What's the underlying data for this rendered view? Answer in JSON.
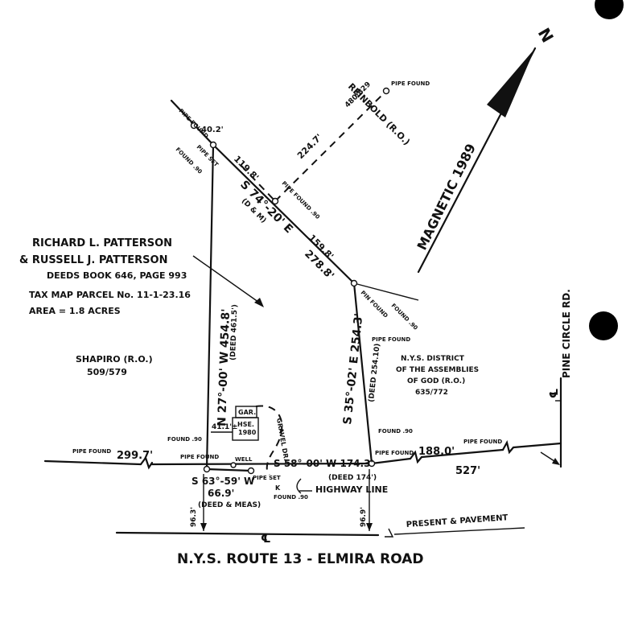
{
  "owners": {
    "line1": "RICHARD L. PATTERSON",
    "line2": "& RUSSELL J. PATTERSON",
    "deeds": "DEEDS BOOK 646, PAGE 993",
    "tax_parcel": "TAX MAP PARCEL No. 11-1-23.16",
    "area": "AREA = 1.8 ACRES"
  },
  "neighbors": {
    "shapiro": "SHAPIRO (R.O.)",
    "shapiro_ref": "509/579",
    "nys_line1": "N.Y.S. DISTRICT",
    "nys_line2": "OF THE ASSEMBLIES",
    "nys_line3": "OF GOD (R.O.)",
    "nys_ref": "635/772",
    "reinbold": "REINBOLD (R.O.)",
    "reinbold_ref": "480/829"
  },
  "bearings": {
    "west_line": "N 27°-00' W 454.8'",
    "west_deed": "(DEED 461.5')",
    "north_line": "S 74°-20' E",
    "north_dm": "(D & M)",
    "north_seg1": "119.8'",
    "north_seg2": "159.8'",
    "north_total": "278.8'",
    "east_line": "S 35°-02' E 254.3'",
    "east_deed": "(DEED 254.10)",
    "south_line": "S 58°-00' W 174.3'",
    "south_deed": "(DEED 174')",
    "southwest_line": "S 63°-59' W",
    "southwest_len": "66.9'",
    "southwest_note": "(DEED & MEAS)",
    "reinbold_line": "224.7'",
    "west_offset": "40.2'",
    "hwy_west": "299.7'",
    "hwy_east": "188.0'",
    "hwy_total": "527'",
    "left_offset": "96.3'",
    "right_offset": "96.9'",
    "garage_offset": "41.1'±"
  },
  "markers": {
    "pipe_found": "PIPE FOUND",
    "pipe_set": "PIPE SET",
    "found_90": "FOUND .90",
    "pin_found": "PIN FOUND",
    "pipe_found_90": "PIPE FOUND .90",
    "well": "WELL",
    "k": "K"
  },
  "structures": {
    "garage": "GAR.",
    "house": "HSE.",
    "house_year": "1980",
    "gravel": "GRAVEL DR."
  },
  "roads": {
    "route": "N.Y.S. ROUTE 13 - ELMIRA ROAD",
    "highway_line": "HIGHWAY LINE",
    "pavement": "PRESENT & PAVEMENT",
    "pine_circle": "PINE CIRCLE RD.",
    "centerline": "℄"
  },
  "north": {
    "label": "N",
    "magnetic": "MAGNETIC 1989"
  }
}
